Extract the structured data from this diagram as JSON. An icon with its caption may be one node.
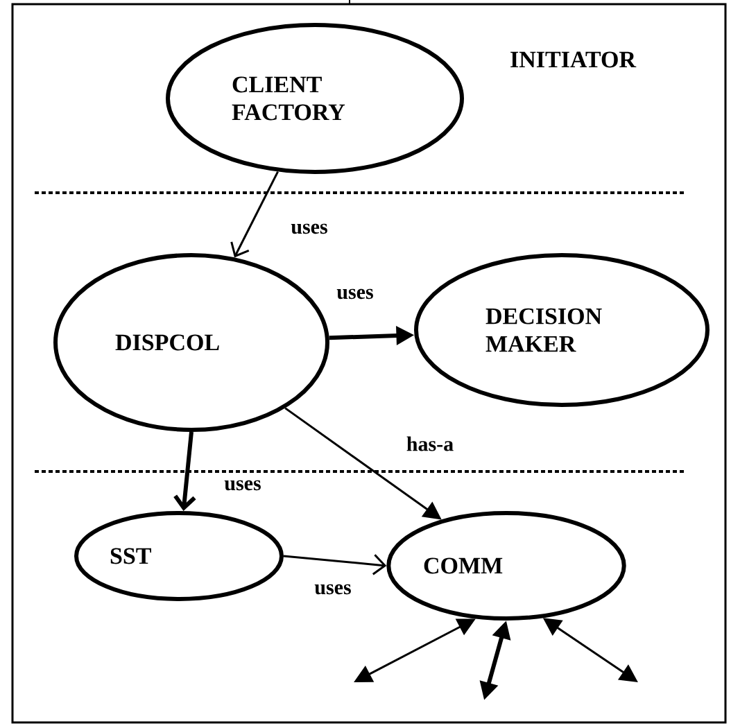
{
  "diagram": {
    "nodes": [
      {
        "text": [
          "CLIENT FACTORY"
        ]
      },
      {
        "text": [
          "DISPCOL"
        ]
      },
      {
        "text": [
          "DECISION MAKER"
        ]
      },
      {
        "text": [
          "SST"
        ]
      },
      {
        "text": [
          "COMM"
        ]
      }
    ],
    "edges": [
      {
        "from": 0,
        "to": 1,
        "arrow": "to",
        "label": "uses"
      },
      {
        "from": 1,
        "to": 2,
        "arrow": "to",
        "label": "uses",
        "style": "thick"
      },
      {
        "from": 1,
        "to": 4,
        "arrow": "to",
        "label": "has-a"
      },
      {
        "from": 1,
        "to": 3,
        "arrow": "to",
        "label": "uses",
        "style": "thick"
      },
      {
        "from": 3,
        "to": 4,
        "arrow": "to",
        "label": "uses"
      },
      {
        "from": 4,
        "to": null,
        "arrow": "both"
      },
      {
        "from": 4,
        "to": null,
        "arrow": "both",
        "style": "thick"
      },
      {
        "from": 4,
        "to": null,
        "arrow": "both"
      }
    ],
    "labels": [
      "INITIATOR"
    ]
  }
}
